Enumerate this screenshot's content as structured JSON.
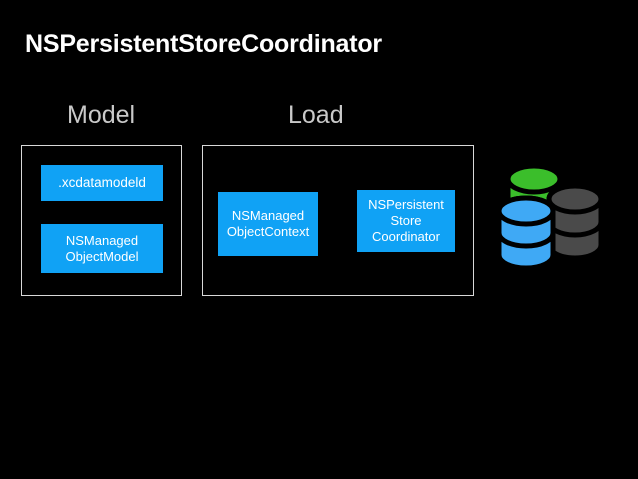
{
  "slide": {
    "title": "NSPersistentStoreCoordinator",
    "background_color": "#000000",
    "title_color": "#ffffff"
  },
  "sections": [
    {
      "id": "model",
      "label": "Model",
      "label_color": "#c9c9c9",
      "border_color": "#d8d8d8",
      "nodes": [
        {
          "id": "xcdatamodeld",
          "lines": [
            ".xcdatamodeld"
          ],
          "color": "#10a2f5"
        },
        {
          "id": "nsmanagedobjectmodel",
          "lines": [
            "NSManaged",
            "ObjectModel"
          ],
          "color": "#10a2f5"
        }
      ]
    },
    {
      "id": "load",
      "label": "Load",
      "label_color": "#c9c9c9",
      "border_color": "#d8d8d8",
      "nodes": [
        {
          "id": "nsmanagedobjectcontext",
          "lines": [
            "NSManaged",
            "ObjectContext"
          ],
          "color": "#10a2f5"
        },
        {
          "id": "nspersistentstorecoordinator",
          "lines": [
            "NSPersistent",
            "Store",
            "Coordinator"
          ],
          "color": "#10a2f5"
        }
      ]
    }
  ],
  "database_icon": {
    "name": "database-stack-icon",
    "cylinders": [
      {
        "id": "green",
        "color": "#3bbe2b"
      },
      {
        "id": "gray",
        "color": "#4a4a4a"
      },
      {
        "id": "blue",
        "color": "#3fa9f5"
      }
    ],
    "outline_color": "#000000"
  }
}
